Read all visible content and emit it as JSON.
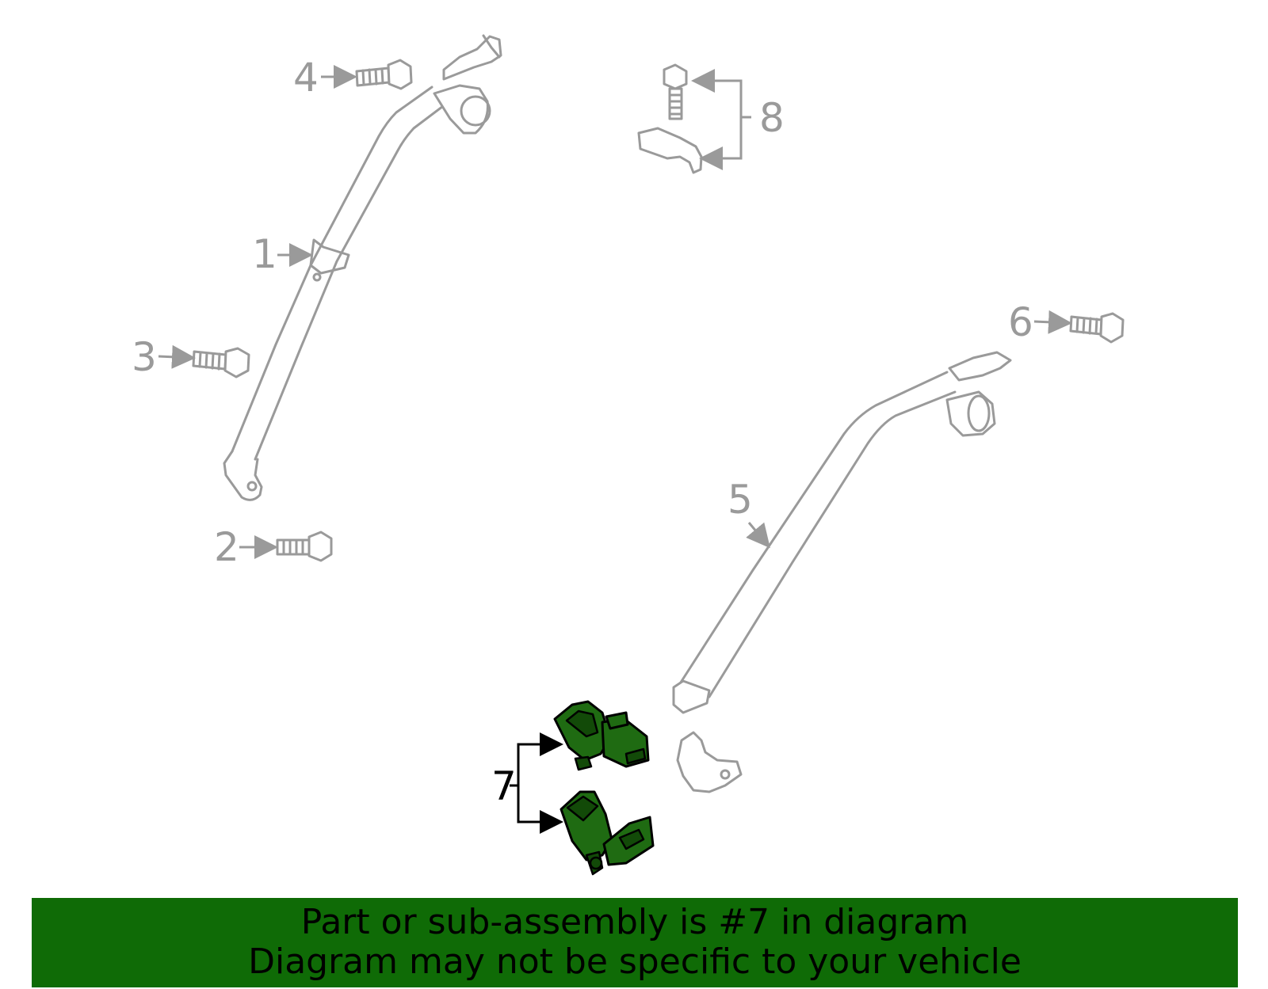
{
  "callouts": {
    "c1": "1",
    "c2": "2",
    "c3": "3",
    "c4": "4",
    "c5": "5",
    "c6": "6",
    "c7": "7",
    "c8": "8"
  },
  "highlighted_part": "7",
  "colors": {
    "highlight": "#1f6b12",
    "banner": "#0f6b06",
    "linework": "#9a9a9a"
  },
  "banner": {
    "line1": "Part or sub-assembly is #7 in diagram",
    "line2": "Diagram may not be specific to your vehicle"
  }
}
